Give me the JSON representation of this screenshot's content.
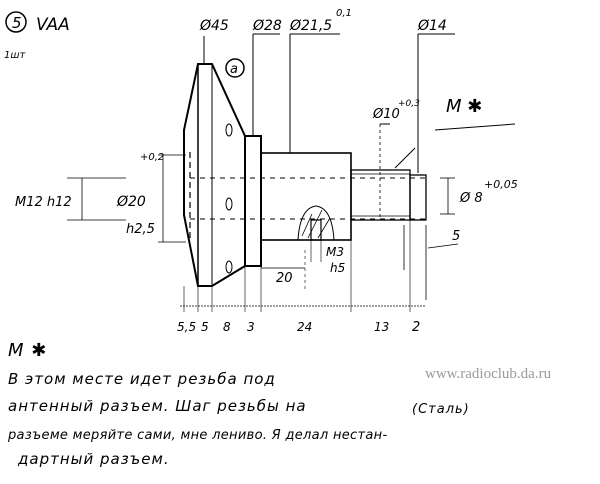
{
  "header": {
    "part_number": "5",
    "part_code": "VAA",
    "quantity": "1шт"
  },
  "dimensions": {
    "d45": "Ø45",
    "d28": "Ø28",
    "d21_5": "Ø21,5",
    "d21_5_tol": "0,1",
    "d14": "Ø14",
    "d10": "Ø10",
    "d10_tol": "+0,3",
    "detail_mark": "a",
    "m_mark": "M ✱",
    "tol_02": "+0,2",
    "m12": "M12 h12",
    "d20": "Ø20",
    "h2_5": "h2,5",
    "d8": "Ø 8",
    "d8_tol": "+0,05",
    "five_right": "5",
    "m3": "M3",
    "h5": "h5",
    "len20": "20",
    "bottom": [
      "5,5",
      "5",
      "8",
      "3",
      "24",
      "13",
      "2"
    ]
  },
  "note": {
    "title": "M ✱",
    "lines": [
      "В этом месте идет резьба под",
      "антенный разъем. Шаг резьбы на",
      "разъеме меряйте сами, мне лениво. Я делал нестан-",
      "дартный разъем."
    ],
    "material": "(Сталь)"
  },
  "watermark": "www.radioclub.da.ru"
}
